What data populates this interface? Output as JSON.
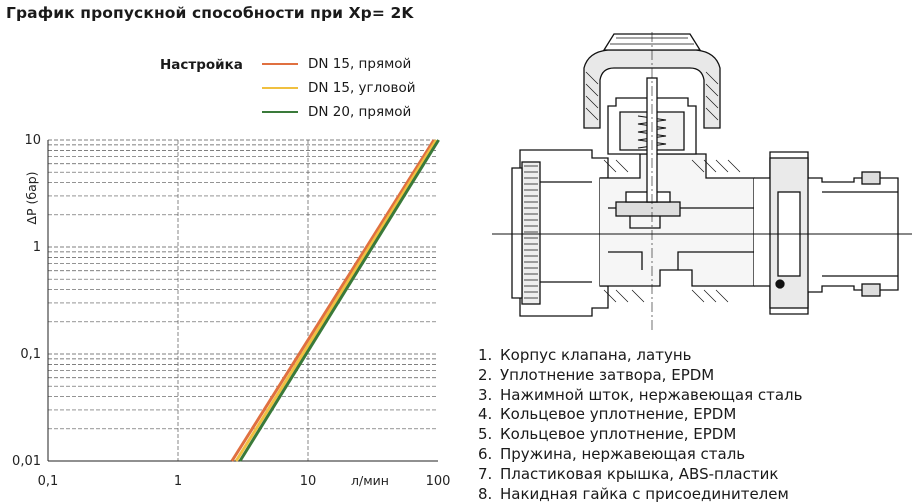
{
  "title": "График пропускной способности при Xp= 2K",
  "legend_title": "Настройка",
  "chart_data": {
    "type": "line",
    "title": "График пропускной способности при Xp= 2K",
    "ylabel": "ΔP (бар)",
    "xlabel": "л/мин",
    "x_scale": "log",
    "y_scale": "log",
    "xlim": [
      0.1,
      100
    ],
    "ylim": [
      0.01,
      10
    ],
    "x_ticks": [
      "0,1",
      "1",
      "10",
      "100"
    ],
    "y_ticks": [
      "0,01",
      "0,1",
      "1",
      "10"
    ],
    "grid": true,
    "legend_position": "top-right",
    "series": [
      {
        "name": "DN 15, прямой",
        "color": "#e07040",
        "x": [
          2.6,
          93
        ],
        "y": [
          0.01,
          10
        ]
      },
      {
        "name": "DN 15, угловой",
        "color": "#f0c040",
        "x": [
          2.8,
          97
        ],
        "y": [
          0.01,
          10
        ]
      },
      {
        "name": "DN 20, прямой",
        "color": "#3a7a3a",
        "x": [
          3.0,
          101
        ],
        "y": [
          0.01,
          10
        ]
      }
    ]
  },
  "parts": [
    {
      "num": "1.",
      "text": "Корпус клапана, латунь"
    },
    {
      "num": "2.",
      "text": "Уплотнение затвора, EPDM"
    },
    {
      "num": "3.",
      "text": "Нажимной шток, нержавеющая сталь"
    },
    {
      "num": "4.",
      "text": "Кольцевое уплотнение, EPDM"
    },
    {
      "num": "5.",
      "text": "Кольцевое уплотнение, EPDM"
    },
    {
      "num": "6.",
      "text": "Пружина, нержавеющая сталь"
    },
    {
      "num": "7.",
      "text": "Пластиковая крышка, ABS-пластик"
    },
    {
      "num": "8.",
      "text": "Накидная гайка с присоединителем"
    }
  ]
}
